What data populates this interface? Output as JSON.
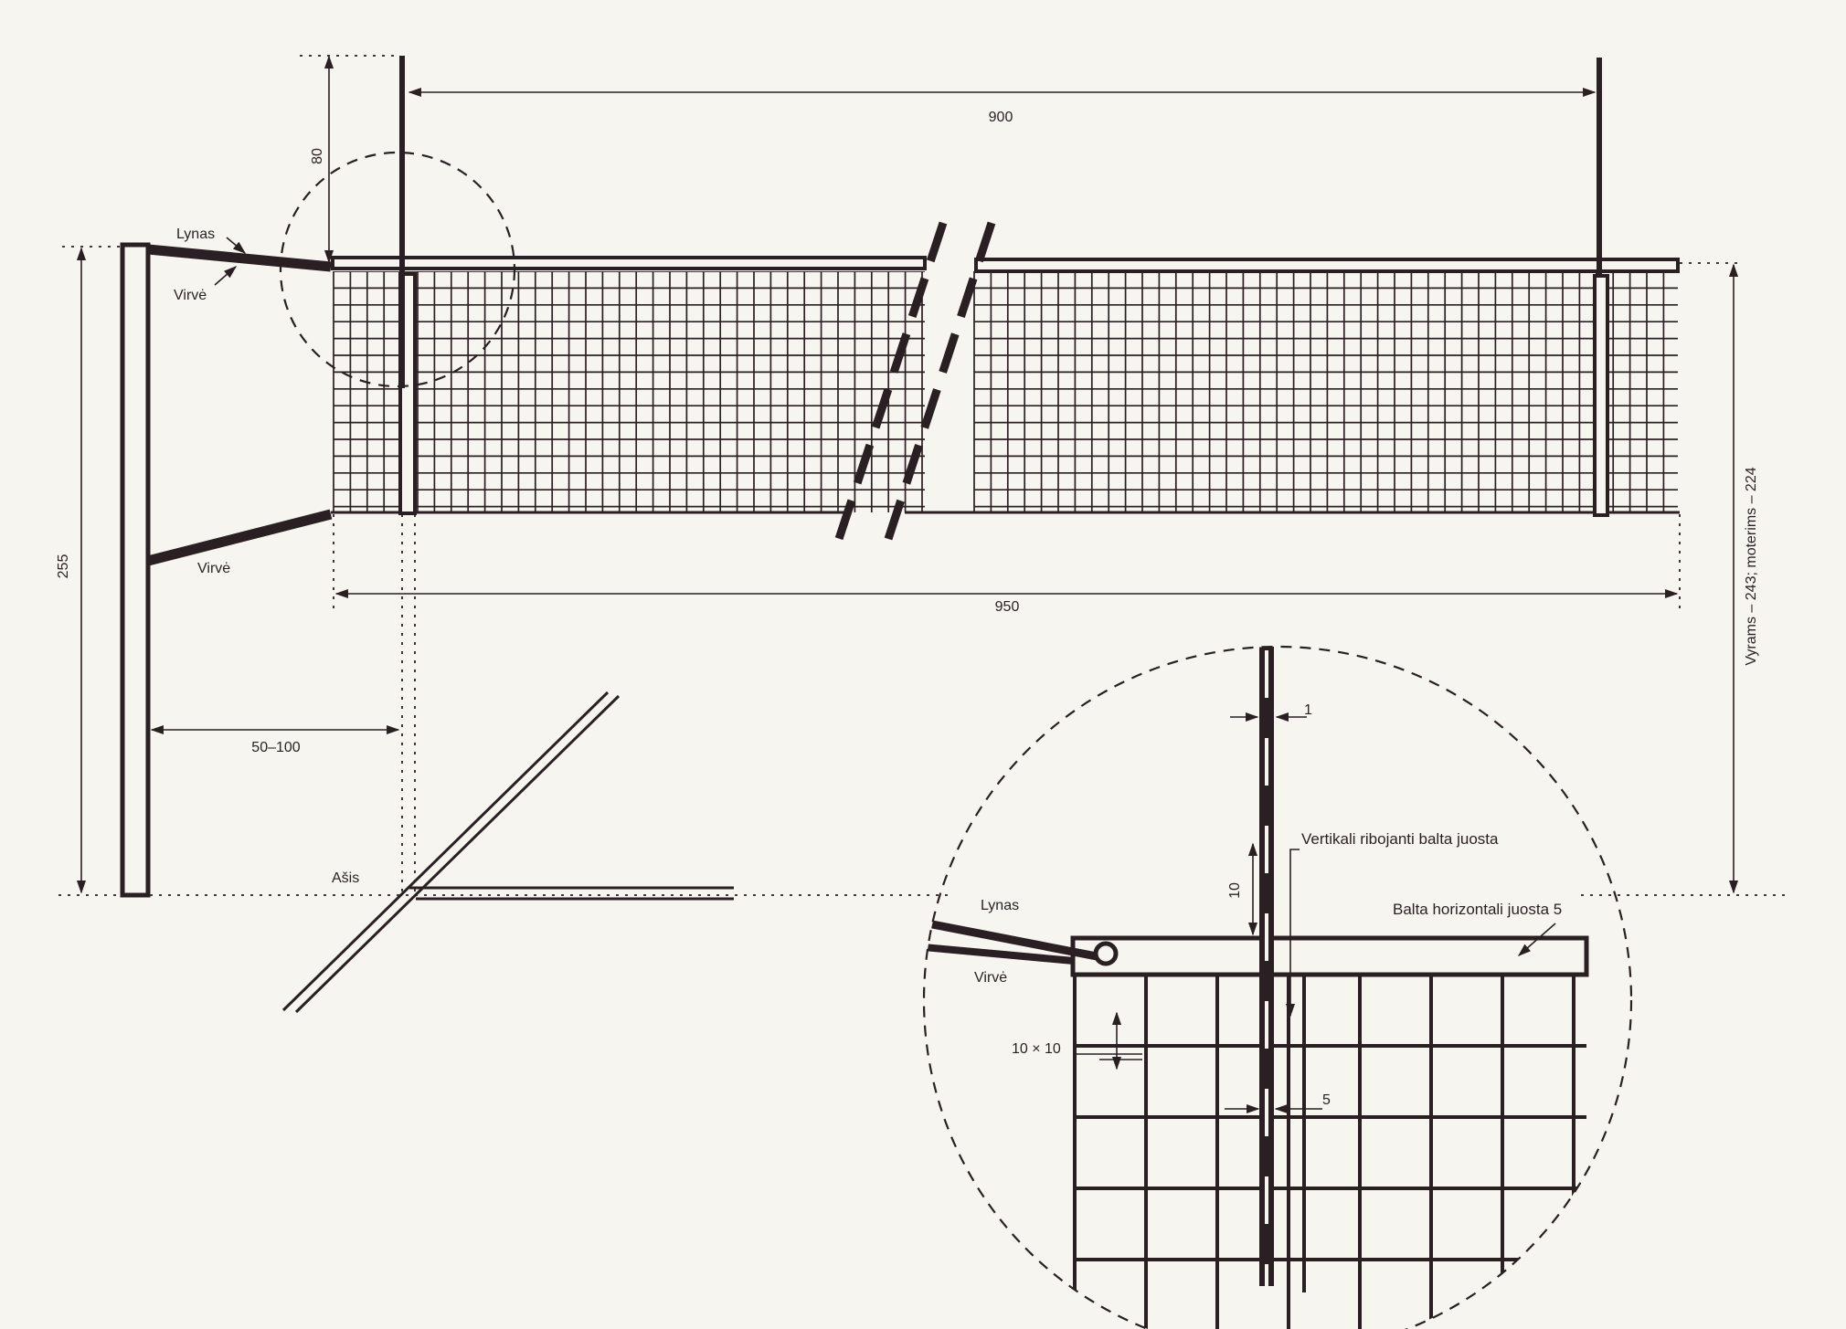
{
  "labels": {
    "dim_width_900": "900",
    "dim_height_80": "80",
    "dim_length_950": "950",
    "dim_height_255": "255",
    "dim_offset": "50–100",
    "dim_net_height": "Vyrams – 243; moterims – 224",
    "lynas": "Lynas",
    "virve_top": "Virvė",
    "virve_bottom": "Virvė",
    "axis": "Ašis",
    "detail_lynas": "Lynas",
    "detail_virve": "Virvė",
    "detail_dim_1": "1",
    "detail_dim_10": "10",
    "detail_dim_5": "5",
    "detail_mesh": "10 × 10",
    "detail_vertical_band": "Vertikali ribojanti balta juosta",
    "detail_horizontal_band": "Balta horizontali juosta 5"
  }
}
